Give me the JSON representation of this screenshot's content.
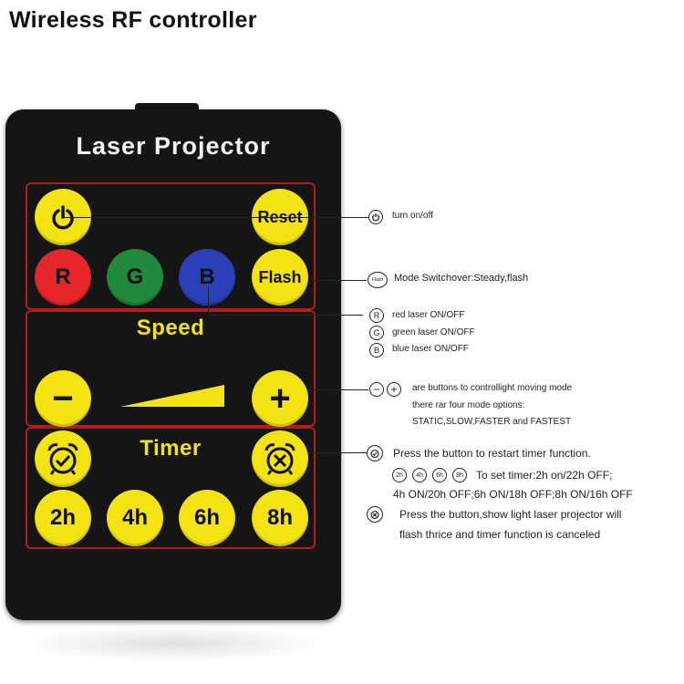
{
  "header": {
    "title": "Wireless RF controller"
  },
  "remote": {
    "title": "Laser Projector",
    "buttons": {
      "reset": "Reset",
      "red": "R",
      "green": "G",
      "blue": "B",
      "flash": "Flash",
      "minus": "−",
      "plus": "+",
      "t2h": "2h",
      "t4h": "4h",
      "t6h": "6h",
      "t8h": "8h"
    },
    "speed_label": "Speed",
    "timer_label": "Timer"
  },
  "annotations": {
    "power": "turn on/off",
    "flash_icon": "Flash",
    "flash": "Mode Switchover:Steady,flash",
    "red_icon": "R",
    "red": "red laser ON/OFF",
    "green_icon": "G",
    "green": "green laser ON/OFF",
    "blue_icon": "B",
    "blue": "blue laser ON/OFF",
    "minus_icon": "−",
    "plus_icon": "+",
    "speed_1": "are buttons to controllight moving mode",
    "speed_2": "there rar four mode options:",
    "speed_3": "STATIC,SLOW,FASTER and FASTEST",
    "timer_restart": "Press the button to restart timer function.",
    "icon_2h": "2h",
    "icon_4h": "4h",
    "icon_6h": "6h",
    "icon_8h": "8h",
    "timer_set_1": "To set timer:2h on/22h OFF;",
    "timer_set_2": "4h ON/20h OFF;6h ON/18h OFF;8h ON/16h OFF",
    "cancel_1": "Press the button,show light laser projector will",
    "cancel_2": "flash thrice and timer function is canceled"
  },
  "colors": {
    "button_yellow": "#f3e312",
    "button_red": "#e5262b",
    "button_green": "#1f8a3c",
    "button_blue": "#2b3fb8",
    "section_border": "#b11d1d",
    "remote_body": "#151515"
  }
}
